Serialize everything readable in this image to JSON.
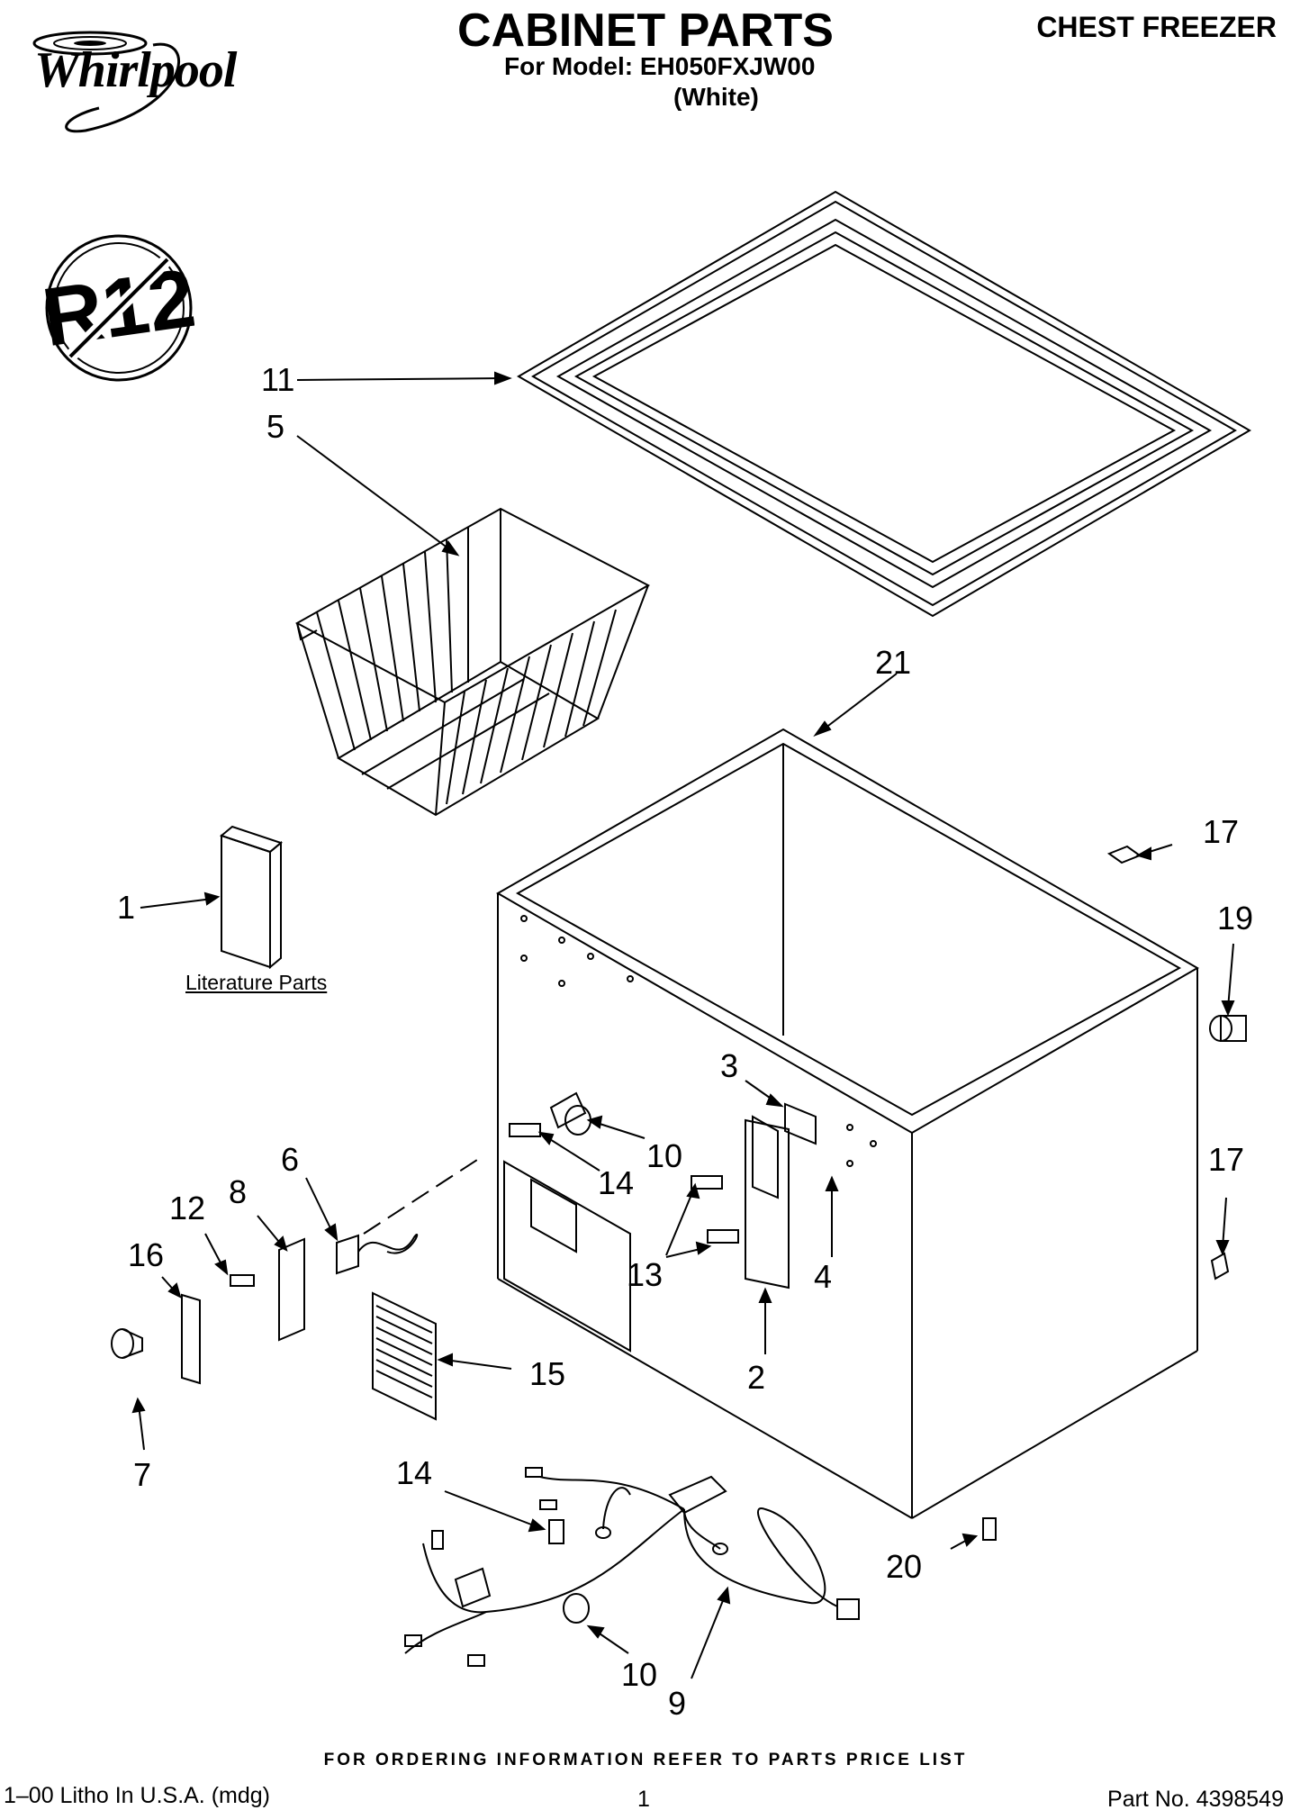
{
  "header": {
    "brand": "Whirlpool",
    "title": "CABINET PARTS",
    "model_line": "For Model: EH050FXJW00",
    "color_line": "(White)",
    "product_type": "CHEST FREEZER"
  },
  "badge": {
    "text": "R12",
    "icon": "no-r12-refrigerant-icon"
  },
  "diagram": {
    "literature_label": "Literature Parts",
    "callouts": {
      "c1": "1",
      "c2": "2",
      "c3": "3",
      "c4": "4",
      "c5": "5",
      "c6": "6",
      "c7": "7",
      "c8": "8",
      "c9": "9",
      "c10a": "10",
      "c10b": "10",
      "c11": "11",
      "c12": "12",
      "c13": "13",
      "c14a": "14",
      "c14b": "14",
      "c15": "15",
      "c16": "16",
      "c17a": "17",
      "c17b": "17",
      "c19": "19",
      "c20": "20",
      "c21": "21"
    }
  },
  "footer": {
    "ordering_note": "FOR ORDERING INFORMATION REFER TO PARTS PRICE LIST",
    "litho": "1–00 Litho In U.S.A. (mdg)",
    "page_number": "1",
    "part_number": "Part No. 4398549"
  }
}
